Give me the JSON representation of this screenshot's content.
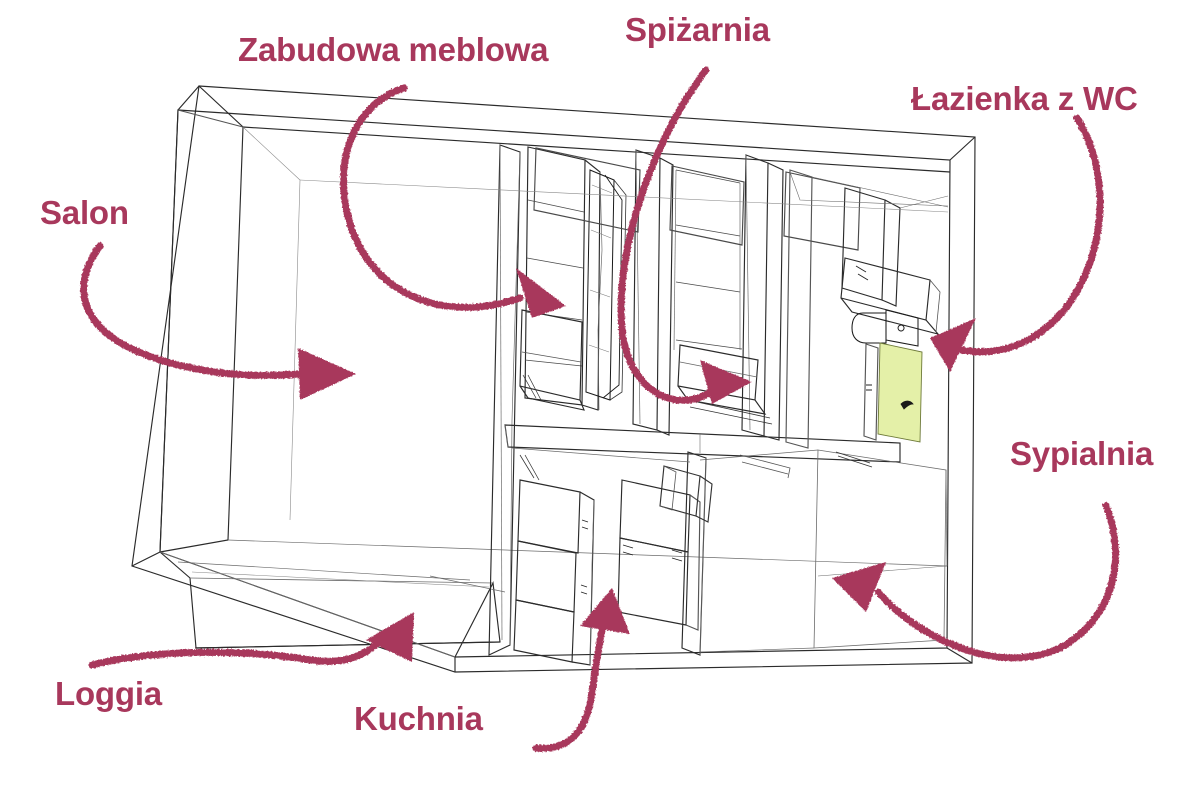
{
  "figure": {
    "kind": "annotated-3d-floor-plan",
    "description": "Isometric wireframe cutaway drawing of an apartment with handwritten-style curved arrows pointing at each room",
    "background_color": "#ffffff",
    "line_color": "#2b2b2b",
    "annotation_color": "#a8385c",
    "highlight_color": "#e4f0a8"
  },
  "labels": [
    {
      "id": "salon",
      "text": "Salon",
      "arrow": "curves right into the large open living room on the left"
    },
    {
      "id": "zabudowa",
      "text": "Zabudowa meblowa",
      "arrow": "curves down-right into the built-in wardrobe run in the hallway"
    },
    {
      "id": "spizarnia",
      "text": "Spiżarnia",
      "arrow": "curves down then right into the small pantry"
    },
    {
      "id": "lazienka",
      "text": "Łazienka z WC",
      "arrow": "curves down-left into the bathroom with toilet and tub"
    },
    {
      "id": "sypialnia",
      "text": "Sypialnia",
      "arrow": "curves down-left into the bedroom on the right"
    },
    {
      "id": "loggia",
      "text": "Loggia",
      "arrow": "curves up-right onto the balcony slab at bottom left"
    },
    {
      "id": "kuchnia",
      "text": "Kuchnia",
      "arrow": "curves up into the kitchen with counter units"
    }
  ],
  "rooms": [
    {
      "name": "Salon",
      "position": "left, large open area"
    },
    {
      "name": "Zabudowa meblowa",
      "position": "center-left, built-in furniture wall"
    },
    {
      "name": "Spiżarnia",
      "position": "center, small pantry"
    },
    {
      "name": "Łazienka z WC",
      "position": "right-upper, bathroom with WC"
    },
    {
      "name": "Sypialnia",
      "position": "right-lower, bedroom"
    },
    {
      "name": "Loggia",
      "position": "bottom-left, balcony"
    },
    {
      "name": "Kuchnia",
      "position": "bottom-center, kitchen"
    }
  ]
}
